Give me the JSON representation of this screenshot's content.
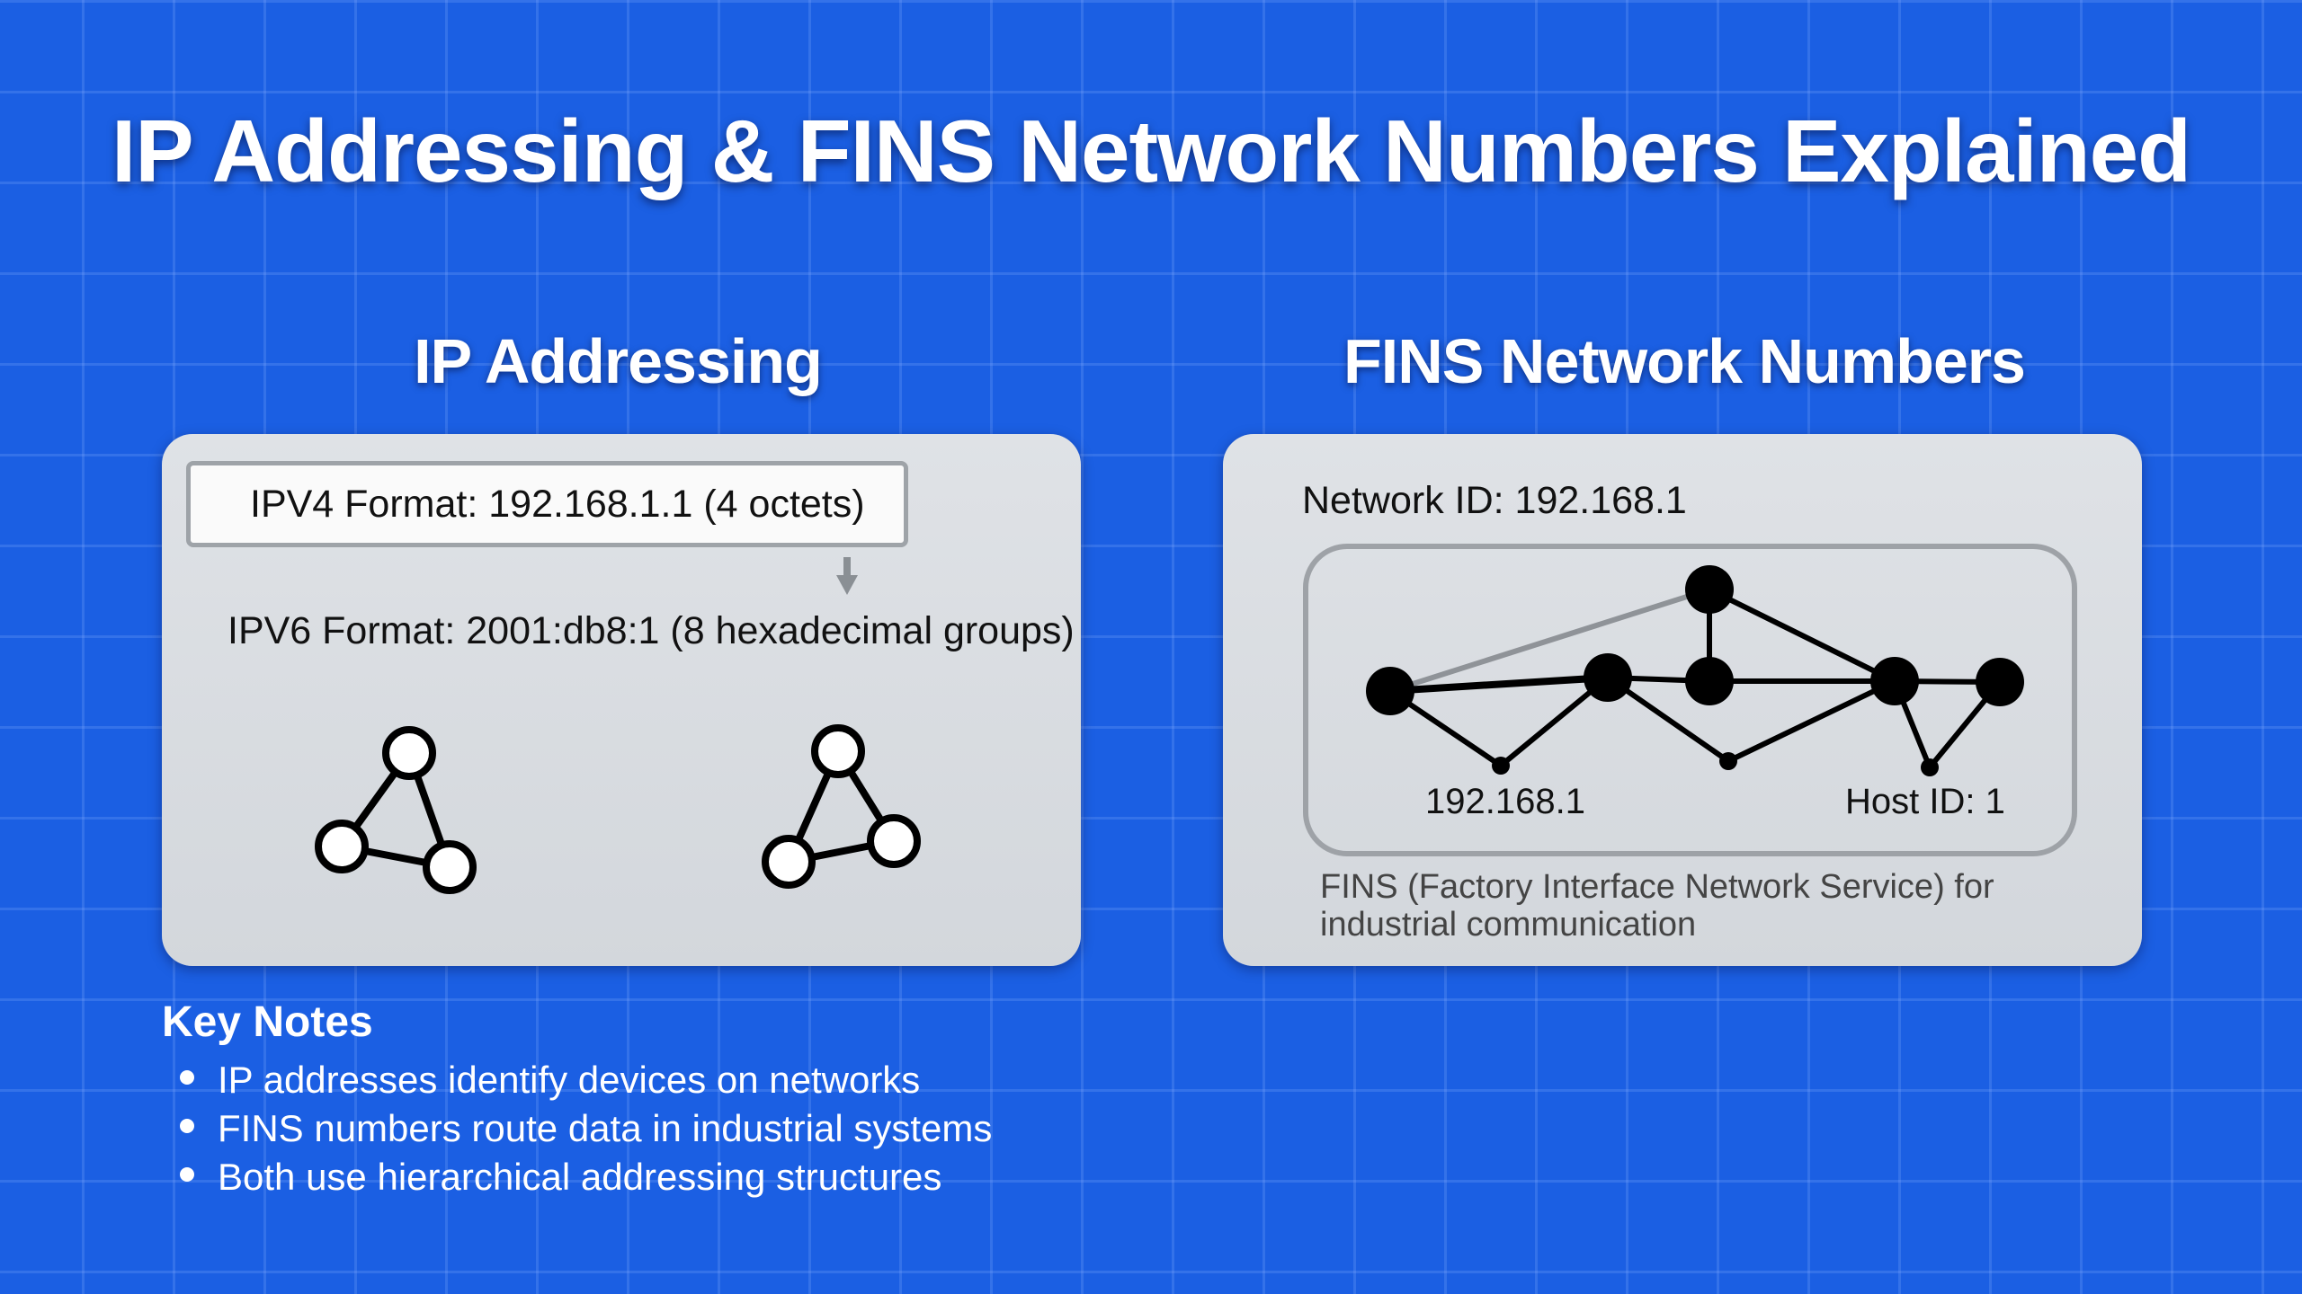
{
  "title": "IP Addressing & FINS Network Numbers Explained",
  "left_section": {
    "heading": "IP Addressing",
    "ipv4": "IPV4 Format: 192.168.1.1 (4 octets)",
    "ipv6": "IPV6 Format: 2001:db8:1 (8 hexadecimal groups)"
  },
  "right_section": {
    "heading": "FINS Network Numbers",
    "network_id": "Network ID: 192.168.1",
    "node_label_left": "192.168.1",
    "node_label_right": "Host ID: 1",
    "description": "FINS (Factory Interface Network Service) for industrial communication"
  },
  "key_notes": {
    "heading": "Key Notes",
    "items": [
      "IP addresses identify devices on networks",
      "FINS numbers route data in industrial systems",
      "Both use hierarchical addressing structures"
    ]
  },
  "colors": {
    "background": "#1b5fe3",
    "panel": "#d8dbdf",
    "node": "#000000"
  }
}
